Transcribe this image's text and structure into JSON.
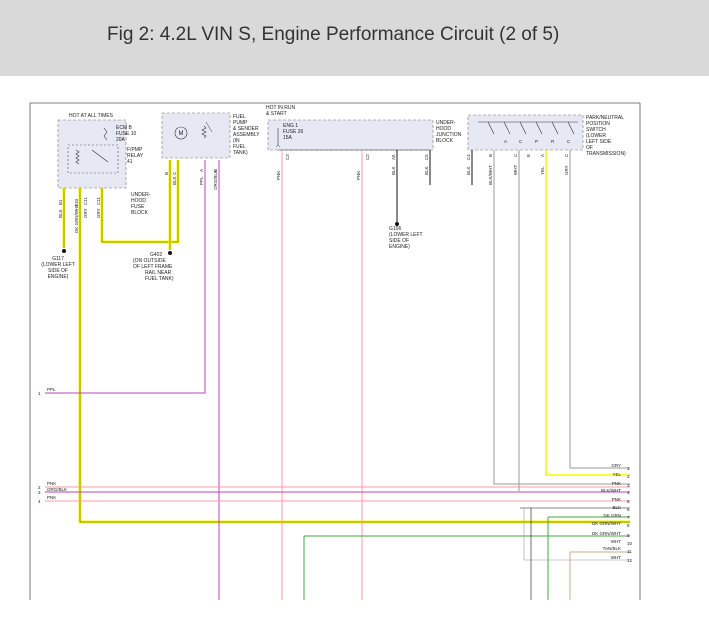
{
  "page": {
    "title": "Fig 2: 4.2L VIN S, Engine Performance Circuit (2 of 5)"
  },
  "colors": {
    "header_bg": "#d9d9d9",
    "yellow": "#f7f700",
    "pink": "#ff9aa6",
    "purple": "#c040c0",
    "gray": "#9a9a9a",
    "green": "#44aa44",
    "tan": "#c8aa80",
    "black": "#111111",
    "box_fill": "#e6e8f4"
  },
  "blocks": {
    "underhood_fuse": {
      "hot_label": "HOT AT ALL TIMES",
      "fuse_label": [
        "ECM B",
        "FUSE 10",
        "20A"
      ],
      "relay_label": [
        "F/PMP",
        "RELAY",
        "41"
      ],
      "block_label": [
        "UNDER-",
        "HOOD",
        "FUSE",
        "BLOCK"
      ],
      "pins": [
        "B1",
        "A10",
        "C11",
        "C11"
      ]
    },
    "fuel_pump": {
      "label": [
        "FUEL",
        "PUMP",
        "& SENDER",
        "ASSEMBLY",
        "(IN",
        "FUEL",
        "TANK)"
      ],
      "pins": [
        "B",
        "C",
        "A",
        "B"
      ]
    },
    "junction": {
      "hot_label": [
        "HOT IN RUN",
        "& START"
      ],
      "fuse_label": [
        "ENG 1",
        "FUSE 26",
        "15A"
      ],
      "block_label": [
        "UNDER-",
        "HOOD",
        "JUNCTION",
        "BLOCK"
      ],
      "pins": [
        "C3",
        "C2",
        "A5",
        "C5",
        "C4"
      ]
    },
    "pnp_switch": {
      "label": [
        "PARK/NEUTRAL",
        "POSITION",
        "SWITCH",
        "(LOWER",
        "LEFT SIDE",
        "OF",
        "TRANSMISSION)"
      ],
      "pins": [
        "A",
        "C",
        "P",
        "R",
        "C"
      ],
      "wire_pins": [
        "B",
        "C",
        "E",
        "A",
        "C"
      ]
    }
  },
  "grounds": [
    {
      "id": "G117",
      "label": [
        "G117",
        "(LOWER LEFT",
        "SIDE OF",
        "ENGINE)"
      ]
    },
    {
      "id": "G402",
      "label": [
        "G402",
        "(ON OUTSIDE",
        "OF LEFT FRAME",
        "RAIL NEAR",
        "FUEL TANK)"
      ]
    },
    {
      "id": "G106",
      "label": [
        "G106",
        "(LOWER LEFT",
        "SIDE OF",
        "ENGINE)"
      ]
    }
  ],
  "vertical_wire_labels": [
    "BLK",
    "DK GRN/WHT",
    "GRY",
    "GRY",
    "BLK",
    "PPL",
    "ORG/BLK",
    "PNK",
    "PNK",
    "BLK",
    "BLK",
    "BLK",
    "BLK/WHT",
    "WHT",
    "YEL",
    "GRY"
  ],
  "left_terminals": [
    {
      "num": "1",
      "label": "PPL"
    },
    {
      "num": "2",
      "label": "PNK"
    },
    {
      "num": "3",
      "label": "ORG/BLK"
    },
    {
      "num": "4",
      "label": "PNK"
    }
  ],
  "right_terminals": [
    {
      "num": "1",
      "label": "GRY"
    },
    {
      "num": "2",
      "label": "YEL"
    },
    {
      "num": "3",
      "label": "PNK"
    },
    {
      "num": "4",
      "label": "BLK/WHT"
    },
    {
      "num": "5",
      "label": "PNK"
    },
    {
      "num": "6",
      "label": "BLK"
    },
    {
      "num": "7",
      "label": "DK GRN"
    },
    {
      "num": "8",
      "label": "DK GRN/WHT"
    },
    {
      "num": "9",
      "label": "DK GRN/WHT"
    },
    {
      "num": "10",
      "label": "WHT"
    },
    {
      "num": "11",
      "label": "TAN/BLK"
    },
    {
      "num": "12",
      "label": "WHT"
    }
  ]
}
